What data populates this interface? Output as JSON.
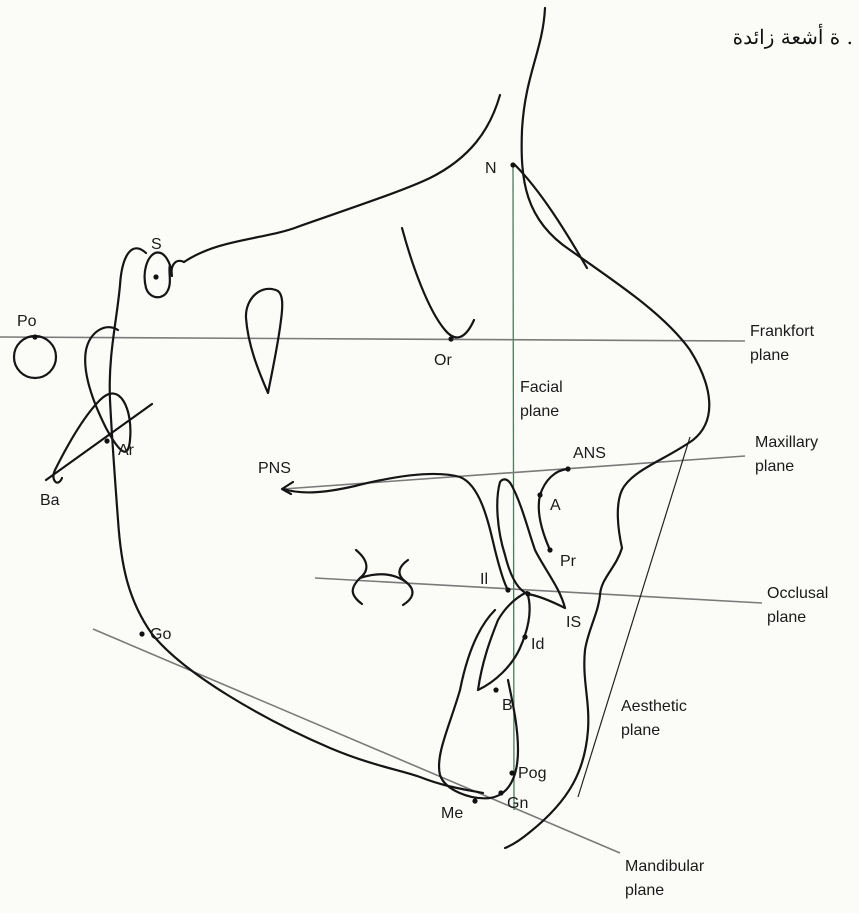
{
  "caption": "ة أشعة زائدة .",
  "landmarks": {
    "N": "N",
    "S": "S",
    "Po": "Po",
    "Or": "Or",
    "Ar": "Ar",
    "Ba": "Ba",
    "PNS": "PNS",
    "ANS": "ANS",
    "A": "A",
    "Pr": "Pr",
    "Il": "Il",
    "IS": "IS",
    "Id": "Id",
    "B": "B",
    "Go": "Go",
    "Pog": "Pog",
    "Gn": "Gn",
    "Me": "Me"
  },
  "planes": {
    "frankfort": [
      "Frankfort",
      "plane"
    ],
    "facial": [
      "Facial",
      "plane"
    ],
    "maxillary": [
      "Maxillary",
      "plane"
    ],
    "occlusal": [
      "Occlusal",
      "plane"
    ],
    "aesthetic": [
      "Aesthetic",
      "plane"
    ],
    "mandibular": [
      "Mandibular",
      "plane"
    ]
  },
  "colors": {
    "ink": "#151515",
    "plane_line": "#7a7a7a",
    "facial_line": "#4e7a5e",
    "background": "#fbfbf8"
  }
}
